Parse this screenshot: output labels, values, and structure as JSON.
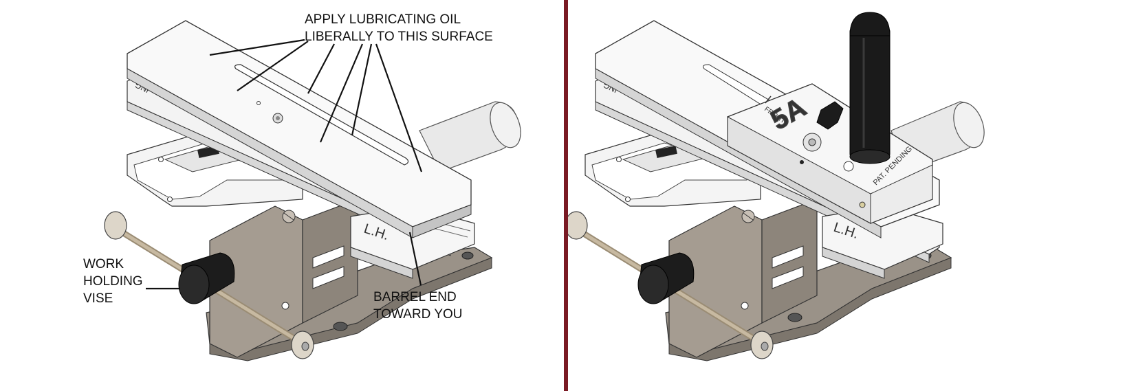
{
  "colors": {
    "divider": "#7a1a24",
    "metal_light": "#f7f7f7",
    "metal_edge": "#cfcfcf",
    "vise_body": "#a59c91",
    "vise_dark": "#7e766d",
    "knob_black": "#1c1c1c",
    "rod": "#b9ab93"
  },
  "left": {
    "callout_oil_line1": "APPLY LUBRICATING OIL",
    "callout_oil_line2": "LIBERALLY TO THIS SURFACE",
    "callout_vise_line1": "WORK",
    "callout_vise_line2": "HOLDING",
    "callout_vise_line3": "VISE",
    "callout_barrel_line1": "BARREL END",
    "callout_barrel_line2": "TOWARD YOU",
    "plate_mark": "L.H.",
    "rear_mark": "ING"
  },
  "right": {
    "plate_mark": "L.H.",
    "front_mark": "FRONT",
    "jig_logo": "5A",
    "jig_text": "PAT. PENDING",
    "rear_mark": "ING"
  }
}
